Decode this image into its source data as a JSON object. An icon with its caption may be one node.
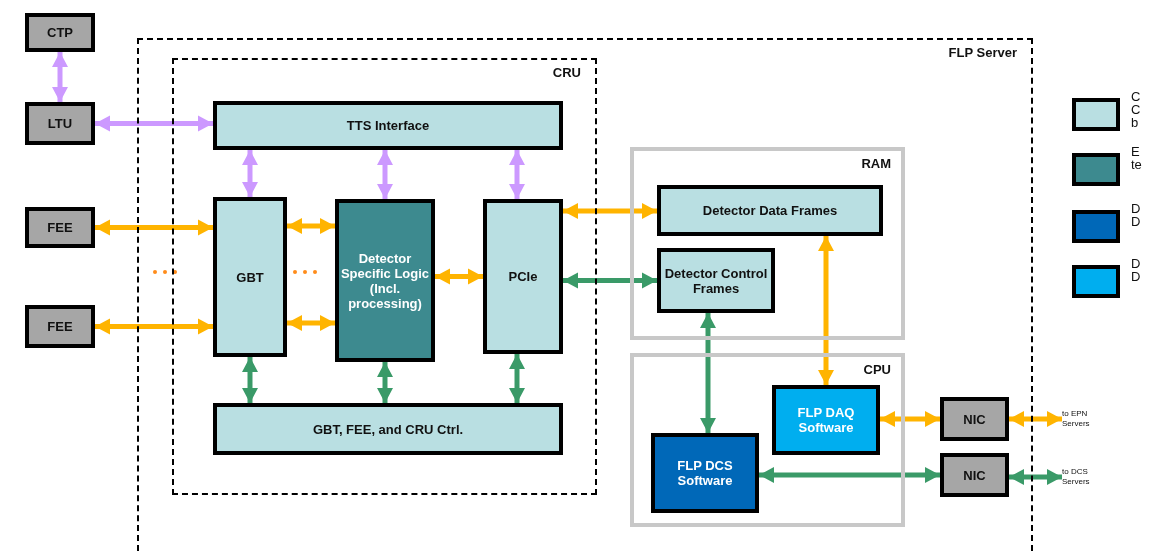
{
  "diagram": {
    "nodes": [
      {
        "text": [
          "CTP"
        ]
      },
      {
        "text": [
          "LTU"
        ]
      },
      {
        "text": [
          "FEE"
        ]
      },
      {
        "text": [
          "FEE"
        ]
      },
      {
        "text": [
          "FLP Server"
        ]
      },
      {
        "text": [
          "CRU"
        ],
        "in": 4
      },
      {
        "text": [
          "TTS Interface"
        ],
        "in": 5
      },
      {
        "text": [
          "GBT"
        ],
        "in": 5
      },
      {
        "text": [
          "Detector Specific Logic (Incl. processing)"
        ],
        "in": 5
      },
      {
        "text": [
          "PCIe"
        ],
        "in": 5
      },
      {
        "text": [
          "GBT, FEE, and CRU Ctrl."
        ],
        "in": 5
      },
      {
        "text": [
          "RAM"
        ],
        "in": 4
      },
      {
        "text": [
          "Detector Data Frames"
        ],
        "in": 11
      },
      {
        "text": [
          "Detector Control Frames"
        ],
        "in": 11
      },
      {
        "text": [
          "CPU"
        ],
        "in": 4
      },
      {
        "text": [
          "FLP DAQ Software"
        ],
        "in": 14
      },
      {
        "text": [
          "FLP DCS Software"
        ],
        "in": 14
      },
      {
        "text": [
          "NIC"
        ],
        "in": 4
      },
      {
        "text": [
          "NIC"
        ],
        "in": 4
      },
      {
        "text": [
          "to EPN Servers"
        ]
      },
      {
        "text": [
          "to DCS Servers"
        ]
      }
    ],
    "edges": [
      {
        "from": 0,
        "to": 1,
        "arrow": "both",
        "color": "#cc99ff"
      },
      {
        "from": 1,
        "to": 6,
        "arrow": "both",
        "color": "#cc99ff"
      },
      {
        "from": 6,
        "to": 7,
        "arrow": "both",
        "color": "#cc99ff"
      },
      {
        "from": 6,
        "to": 8,
        "arrow": "both",
        "color": "#cc99ff"
      },
      {
        "from": 6,
        "to": 9,
        "arrow": "both",
        "color": "#cc99ff"
      },
      {
        "from": 2,
        "to": 7,
        "arrow": "both"
      },
      {
        "from": 3,
        "to": 7,
        "arrow": "both"
      },
      {
        "from": 7,
        "to": 8,
        "arrow": "both"
      },
      {
        "from": 7,
        "to": 8,
        "arrow": "both"
      },
      {
        "from": 8,
        "to": 9,
        "arrow": "both"
      },
      {
        "from": 7,
        "to": 10,
        "arrow": "both",
        "color": "#3a9a68"
      },
      {
        "from": 8,
        "to": 10,
        "arrow": "both",
        "color": "#3a9a68"
      },
      {
        "from": 9,
        "to": 10,
        "arrow": "both",
        "color": "#3a9a68"
      },
      {
        "from": 9,
        "to": 12,
        "arrow": "both"
      },
      {
        "from": 9,
        "to": 13,
        "arrow": "both",
        "color": "#3a9a68"
      },
      {
        "from": 12,
        "to": 15,
        "arrow": "both"
      },
      {
        "from": 13,
        "to": 16,
        "arrow": "both",
        "color": "#3a9a68"
      },
      {
        "from": 15,
        "to": 17,
        "arrow": "both"
      },
      {
        "from": 16,
        "to": 18,
        "arrow": "both",
        "color": "#3a9a68"
      },
      {
        "from": 17,
        "to": 19,
        "arrow": "both"
      },
      {
        "from": 18,
        "to": 20,
        "arrow": "both",
        "color": "#3a9a68"
      }
    ],
    "legend": [
      {
        "text": "C C b",
        "color": "#b9dfe2"
      },
      {
        "text": "E te",
        "color": "#3d8a8f"
      },
      {
        "text": "D D",
        "color": "#0068b8"
      },
      {
        "text": "D D",
        "color": "#00aeef"
      }
    ]
  }
}
